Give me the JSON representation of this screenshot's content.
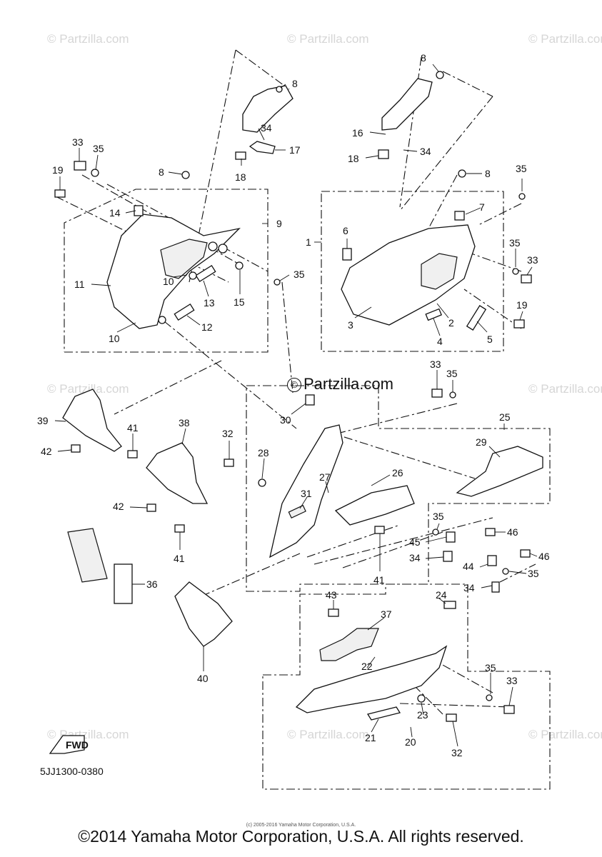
{
  "watermark": "© Partzilla.com",
  "center_watermark": {
    "symbol": "©",
    "text": "Partzilla.com"
  },
  "diagram_code": "5JJ1300-0380",
  "fwd_label": "FWD",
  "fine_print": "(c) 2005-2016 Yamaha Motor Corporation, U.S.A.",
  "copyright": "©2014 Yamaha Motor Corporation, U.S.A. All rights reserved.",
  "callouts": [
    {
      "id": "c8a",
      "text": "8"
    },
    {
      "id": "c34a",
      "text": "34"
    },
    {
      "id": "c17",
      "text": "17"
    },
    {
      "id": "c18a",
      "text": "18"
    },
    {
      "id": "c33a",
      "text": "33"
    },
    {
      "id": "c35a",
      "text": "35"
    },
    {
      "id": "c19a",
      "text": "19"
    },
    {
      "id": "c8b",
      "text": "8"
    },
    {
      "id": "c14",
      "text": "14"
    },
    {
      "id": "c9",
      "text": "9"
    },
    {
      "id": "c11",
      "text": "11"
    },
    {
      "id": "c10a",
      "text": "10"
    },
    {
      "id": "c13",
      "text": "13"
    },
    {
      "id": "c15",
      "text": "15"
    },
    {
      "id": "c35b",
      "text": "35"
    },
    {
      "id": "c12",
      "text": "12"
    },
    {
      "id": "c10b",
      "text": "10"
    },
    {
      "id": "c8c",
      "text": "8"
    },
    {
      "id": "c16",
      "text": "16"
    },
    {
      "id": "c18b",
      "text": "18"
    },
    {
      "id": "c34b",
      "text": "34"
    },
    {
      "id": "c8d",
      "text": "8"
    },
    {
      "id": "c35c",
      "text": "35"
    },
    {
      "id": "c7",
      "text": "7"
    },
    {
      "id": "c1",
      "text": "1"
    },
    {
      "id": "c6",
      "text": "6"
    },
    {
      "id": "c35d",
      "text": "35"
    },
    {
      "id": "c33b",
      "text": "33"
    },
    {
      "id": "c19b",
      "text": "19"
    },
    {
      "id": "c3",
      "text": "3"
    },
    {
      "id": "c2",
      "text": "2"
    },
    {
      "id": "c4",
      "text": "4"
    },
    {
      "id": "c5",
      "text": "5"
    },
    {
      "id": "c33c",
      "text": "33"
    },
    {
      "id": "c35e",
      "text": "35"
    },
    {
      "id": "c39",
      "text": "39"
    },
    {
      "id": "c41a",
      "text": "41"
    },
    {
      "id": "c42a",
      "text": "42"
    },
    {
      "id": "c38",
      "text": "38"
    },
    {
      "id": "c32a",
      "text": "32"
    },
    {
      "id": "c30",
      "text": "30"
    },
    {
      "id": "c25",
      "text": "25"
    },
    {
      "id": "c29",
      "text": "29"
    },
    {
      "id": "c28",
      "text": "28"
    },
    {
      "id": "c26",
      "text": "26"
    },
    {
      "id": "c27",
      "text": "27"
    },
    {
      "id": "c31",
      "text": "31"
    },
    {
      "id": "c42b",
      "text": "42"
    },
    {
      "id": "c41b",
      "text": "41"
    },
    {
      "id": "c35f",
      "text": "35"
    },
    {
      "id": "c45",
      "text": "45"
    },
    {
      "id": "c46a",
      "text": "46"
    },
    {
      "id": "c34c",
      "text": "34"
    },
    {
      "id": "c46b",
      "text": "46"
    },
    {
      "id": "c44",
      "text": "44"
    },
    {
      "id": "c35g",
      "text": "35"
    },
    {
      "id": "c41c",
      "text": "41"
    },
    {
      "id": "c34d",
      "text": "34"
    },
    {
      "id": "c36",
      "text": "36"
    },
    {
      "id": "c43",
      "text": "43"
    },
    {
      "id": "c24",
      "text": "24"
    },
    {
      "id": "c37",
      "text": "37"
    },
    {
      "id": "c22",
      "text": "22"
    },
    {
      "id": "c40",
      "text": "40"
    },
    {
      "id": "c35h",
      "text": "35"
    },
    {
      "id": "c33d",
      "text": "33"
    },
    {
      "id": "c23",
      "text": "23"
    },
    {
      "id": "c21",
      "text": "21"
    },
    {
      "id": "c20",
      "text": "20"
    },
    {
      "id": "c32b",
      "text": "32"
    }
  ]
}
